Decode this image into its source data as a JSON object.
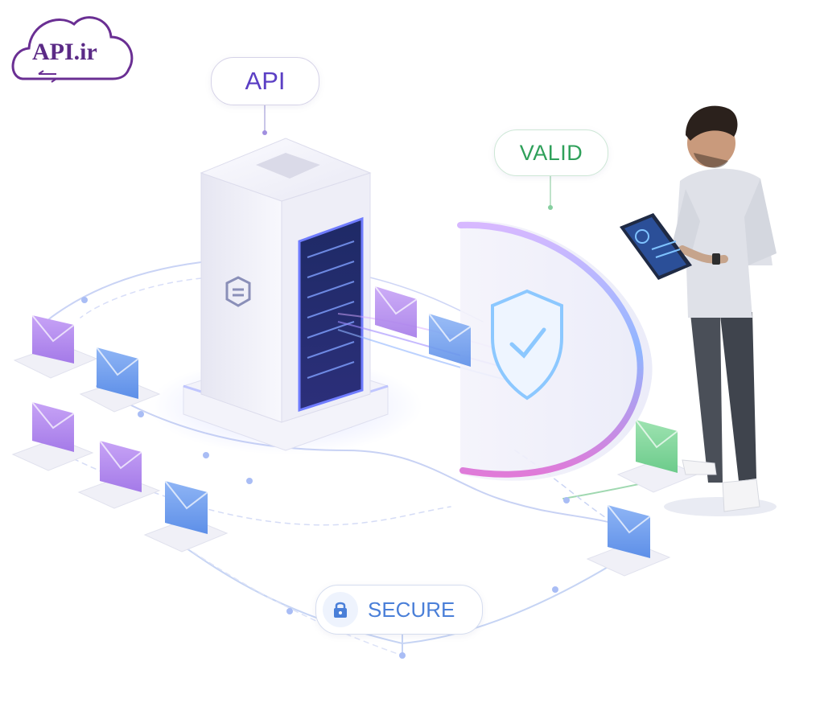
{
  "logo": {
    "text": "API.ir"
  },
  "labels": {
    "api": "API",
    "valid": "VALID",
    "secure": "SECURE"
  },
  "icons": [
    "cloud-logo-icon",
    "server-icon",
    "shield-check-icon",
    "lock-icon",
    "envelope-icon",
    "tablet-icon",
    "person-illustration"
  ],
  "colors": {
    "brand_purple": "#5b2a86",
    "api_text": "#5b3fc4",
    "valid_green": "#2fa05a",
    "secure_blue": "#4a7fd8",
    "envelope_purple": "#b98ff0",
    "envelope_blue": "#6f9ff0",
    "envelope_green": "#7fd79a"
  }
}
